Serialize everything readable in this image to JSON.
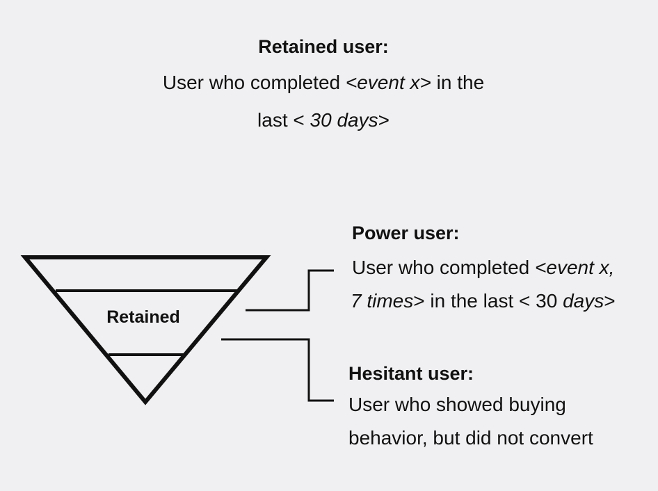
{
  "retained": {
    "heading": "Retained user:",
    "line1": {
      "prefix": "User who completed ",
      "em": "<event x>",
      "suffix": " in the"
    },
    "line2": {
      "prefix": "last < ",
      "em": "30 days",
      "suffix": ">"
    }
  },
  "funnel": {
    "label": "Retained"
  },
  "power": {
    "heading": "Power user:",
    "line1": {
      "prefix": "User who completed ",
      "em": "<event x,",
      "suffix": ""
    },
    "line2": {
      "em": "7 times",
      "middle": "> in the last < 30 ",
      "em2": "days",
      "suffix": ">"
    }
  },
  "hesitant": {
    "heading": "Hesitant user:",
    "line1": "User who showed buying",
    "line2": "behavior, but did not convert"
  }
}
